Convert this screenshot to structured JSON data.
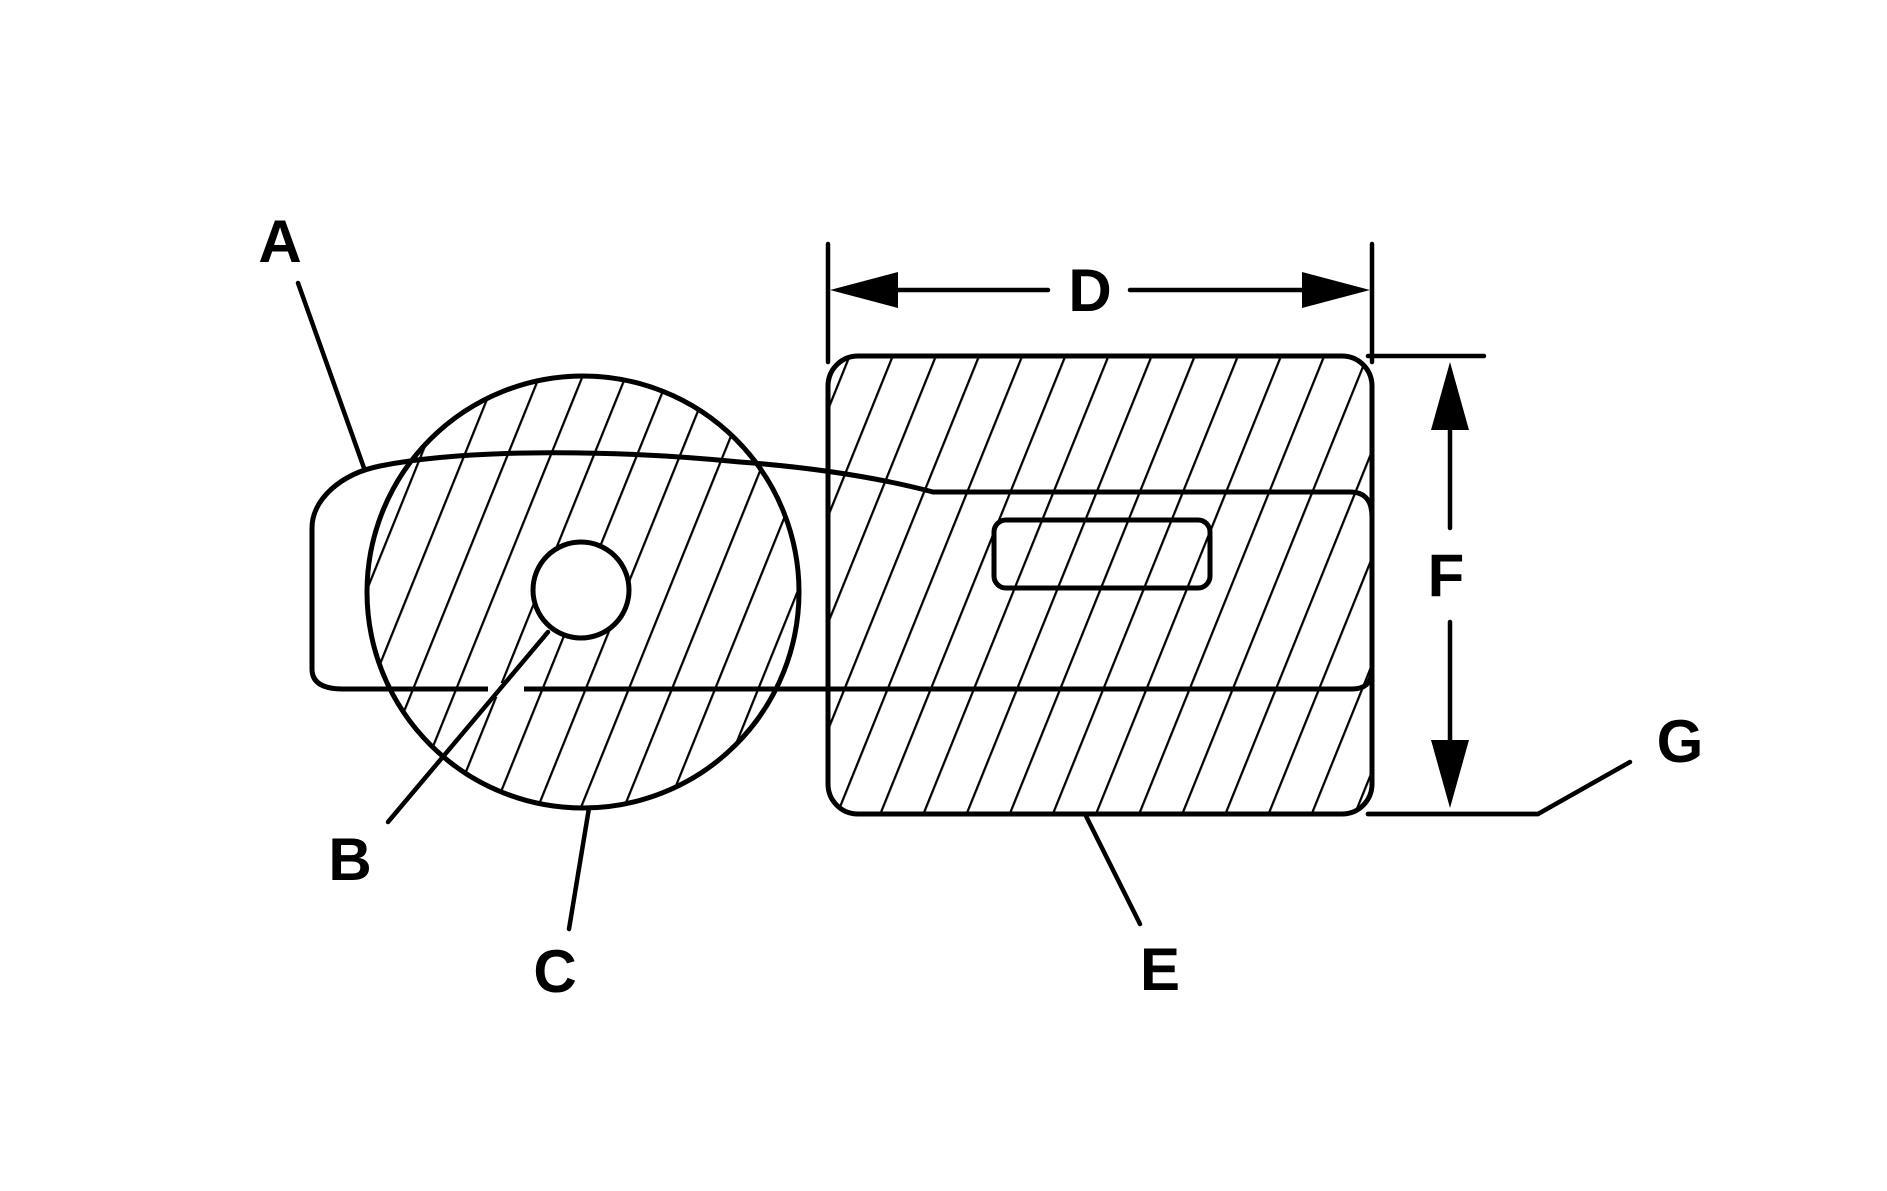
{
  "labels": {
    "a": "A",
    "b": "B",
    "c": "C",
    "d": "D",
    "e": "E",
    "f": "F",
    "g": "G"
  },
  "colors": {
    "ink": "#000000",
    "background": "#ffffff"
  }
}
